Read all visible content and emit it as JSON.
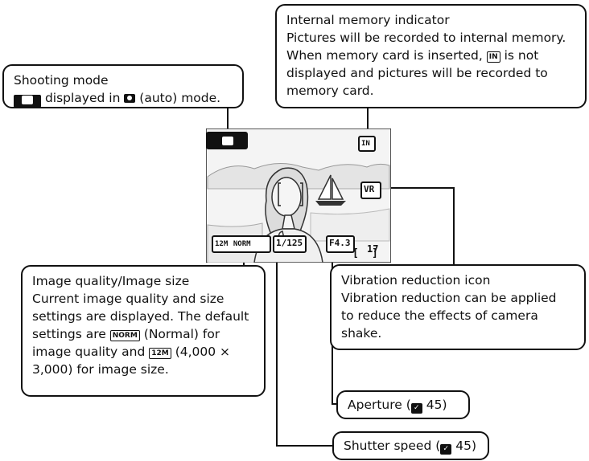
{
  "callouts": {
    "shooting_mode": {
      "title": "Shooting mode",
      "line2_text": "displayed in",
      "line2_end": "(auto) mode."
    },
    "internal_memory": {
      "title": "Internal memory indicator",
      "line1": "Pictures will be recorded to internal memory.",
      "line2_pre": "When memory card is inserted,",
      "line2_icon": "IN",
      "line2_post": "is not",
      "line3": "displayed and pictures will be recorded to",
      "line4": "memory card."
    },
    "image_quality": {
      "title": "Image quality/Image size",
      "line1": "Current image quality and size",
      "line2": "settings are displayed. The default",
      "line3_pre": "settings are",
      "line3_icon": "NORM",
      "line3_post": "(Normal) for",
      "line4_pre": "image quality and",
      "line4_icon": "12M",
      "line4_post": "(4,000 ×",
      "line5": "3,000) for image size."
    },
    "vibration": {
      "title": "Vibration reduction icon",
      "line1": "Vibration reduction can be applied",
      "line2": "to reduce the effects of camera",
      "line3": "shake."
    },
    "aperture": {
      "label": "Aperture (",
      "ref": "45",
      "close": ")"
    },
    "shutter": {
      "label": "Shutter speed (",
      "ref": "45",
      "close": ")"
    }
  },
  "screen": {
    "in_icon": "IN",
    "vr_icon": "VR",
    "size_icon": "12M",
    "quality": "NORM",
    "shutter_value": "1/125",
    "aperture_value": "F4.3",
    "exposures_remaining": "17"
  }
}
